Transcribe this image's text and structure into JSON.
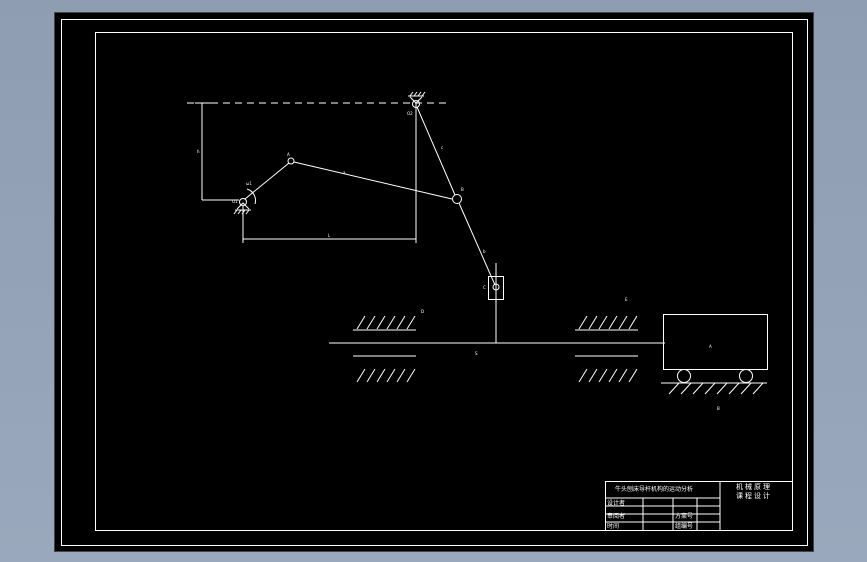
{
  "colors": {
    "background": "#8f9db3",
    "sheet": "#000000",
    "lines": "#ffffff"
  },
  "labels": {
    "A": "A",
    "B": "B",
    "C": "C",
    "D": "D",
    "E": "E",
    "S": "S",
    "O1": "O1",
    "O2": "O2",
    "len_ab": "a",
    "len_bc": "b",
    "len_o2b": "c",
    "dim_h": "h",
    "dim_l": "L",
    "w": "ω1",
    "load": "A",
    "ground": "B"
  },
  "title_block": {
    "title": "牛头刨床导杆机构的运动分析",
    "course_line1": "机械原理",
    "course_line2": "课程设计",
    "designer": "设计者",
    "checker": "审阅者",
    "date": "时间",
    "scheme_no": "方案号",
    "group_no": "组编号"
  }
}
